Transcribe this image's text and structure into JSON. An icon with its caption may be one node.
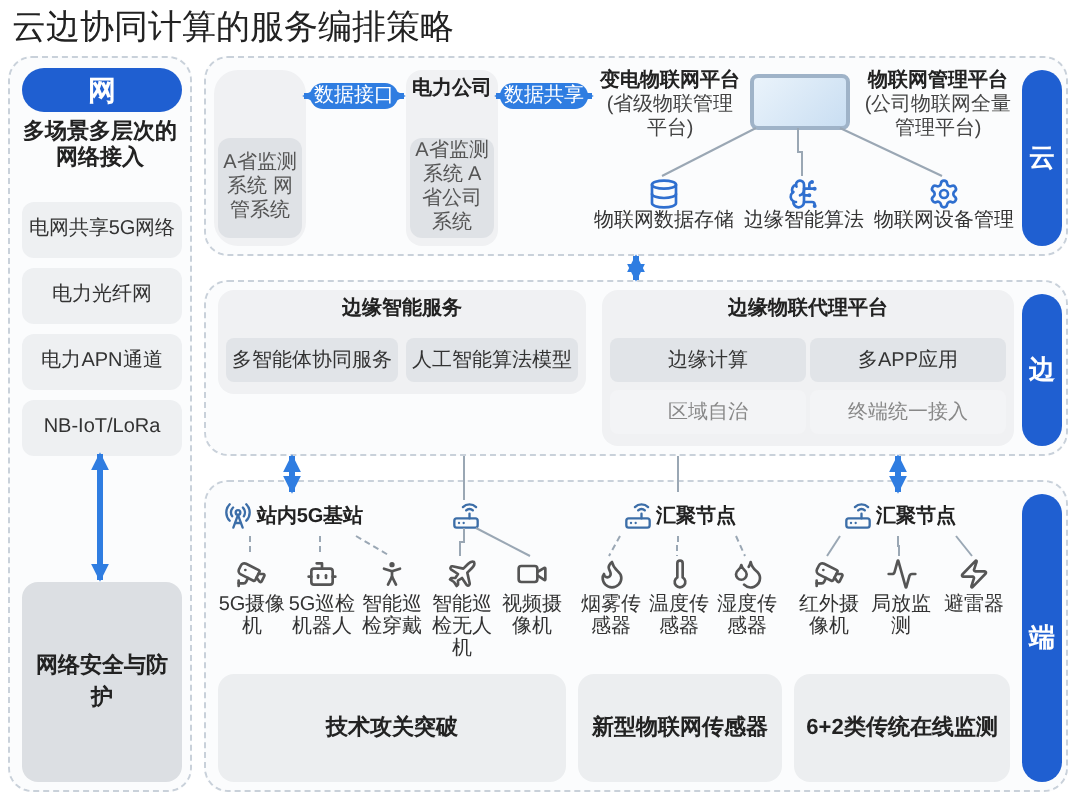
{
  "diagram": {
    "title": "云边协同计算的服务编排策略",
    "nodes": [
      {
        "text": [],
        "shape": "box"
      },
      {
        "text": [
          "网"
        ],
        "in": 0
      },
      {
        "text": [
          "电网共享5G网络"
        ],
        "in": 0
      },
      {
        "text": [
          "电力光纤网"
        ],
        "in": 0
      },
      {
        "text": [
          "电力APN通道"
        ],
        "in": 0
      },
      {
        "text": [
          "NB-IoT/LoRa"
        ],
        "in": 0
      },
      {
        "text": [
          "网络安全与防护"
        ],
        "in": 0
      },
      {
        "text": [],
        "shape": "box"
      },
      {
        "text": [
          "云"
        ],
        "in": 7
      },
      {
        "text": [],
        "shape": "box",
        "in": 7
      },
      {
        "text": [
          "A省监测系统 网管系统"
        ],
        "in": 9
      },
      {
        "text": [
          "电力公司"
        ],
        "in": 7
      },
      {
        "text": [
          "A省监测系统 A省公司系统"
        ],
        "in": 11
      },
      {
        "text": [
          "变电物联网平台",
          "(省级物联管理平台)"
        ],
        "in": 7
      },
      {
        "text": [],
        "shape": "picture",
        "in": 7
      },
      {
        "text": [
          "物联网管理平台",
          "(公司物联网全量管理平台)"
        ],
        "in": 7
      },
      {
        "text": [
          "物联网数据存储"
        ],
        "in": 7
      },
      {
        "text": [
          "边缘智能算法"
        ],
        "in": 7
      },
      {
        "text": [
          "物联网设备管理"
        ],
        "in": 7
      },
      {
        "text": [],
        "shape": "box"
      },
      {
        "text": [
          "边"
        ],
        "in": 19
      },
      {
        "text": [
          "边缘智能服务"
        ],
        "in": 19
      },
      {
        "text": [
          "多智能体协同服务"
        ],
        "in": 21
      },
      {
        "text": [
          "人工智能算法模型"
        ],
        "in": 21
      },
      {
        "text": [
          "边缘物联代理平台"
        ],
        "in": 19
      },
      {
        "text": [
          "边缘计算"
        ],
        "in": 24
      },
      {
        "text": [
          "多APP应用"
        ],
        "in": 24
      },
      {
        "text": [
          "区域自治"
        ],
        "in": 24
      },
      {
        "text": [
          "终端统一接入"
        ],
        "in": 24
      },
      {
        "text": [],
        "shape": "box"
      },
      {
        "text": [
          "端"
        ],
        "in": 29
      },
      {
        "text": [
          "站内5G基站"
        ],
        "in": 29
      },
      {
        "text": [],
        "shape": "picture",
        "in": 29
      },
      {
        "text": [
          "汇聚节点"
        ],
        "in": 29
      },
      {
        "text": [
          "汇聚节点"
        ],
        "in": 29
      },
      {
        "text": [
          "5G摄像机"
        ],
        "in": 29
      },
      {
        "text": [
          "5G巡检机器人"
        ],
        "in": 29
      },
      {
        "text": [
          "智能巡检穿戴"
        ],
        "in": 29
      },
      {
        "text": [
          "智能巡检无人机"
        ],
        "in": 29
      },
      {
        "text": [
          "视频摄像机"
        ],
        "in": 29
      },
      {
        "text": [
          "烟雾传感器"
        ],
        "in": 29
      },
      {
        "text": [
          "温度传感器"
        ],
        "in": 29
      },
      {
        "text": [
          "湿度传感器"
        ],
        "in": 29
      },
      {
        "text": [
          "红外摄像机"
        ],
        "in": 29
      },
      {
        "text": [
          "局放监测"
        ],
        "in": 29
      },
      {
        "text": [
          "避雷器"
        ],
        "in": 29
      },
      {
        "text": [
          "技术攻关突破"
        ],
        "in": 29
      },
      {
        "text": [
          "新型物联网传感器"
        ],
        "in": 29
      },
      {
        "text": [
          "6+2类传统在线监测"
        ],
        "in": 29
      }
    ],
    "edges": [
      {
        "from": 5,
        "to": 6,
        "arrow": "both",
        "style": "thick",
        "color": "#2f7de1"
      },
      {
        "from": 9,
        "to": 11,
        "arrow": "both",
        "style": "thick",
        "color": "#2f7de1",
        "label": "数据接口"
      },
      {
        "from": 11,
        "to": 13,
        "arrow": "both",
        "style": "thick",
        "color": "#2f7de1",
        "label": "数据共享"
      },
      {
        "from": 14,
        "to": 16,
        "arrow": "none"
      },
      {
        "from": 14,
        "to": 17,
        "arrow": "none"
      },
      {
        "from": 14,
        "to": 18,
        "arrow": "none"
      },
      {
        "from": 7,
        "to": 19,
        "arrow": "both",
        "style": "thick",
        "color": "#2f7de1"
      },
      {
        "from": 19,
        "to": 31,
        "arrow": "both",
        "style": "thick",
        "color": "#2f7de1"
      },
      {
        "from": 19,
        "to": 32,
        "arrow": "none"
      },
      {
        "from": 19,
        "to": 33,
        "arrow": "none"
      },
      {
        "from": 19,
        "to": 34,
        "arrow": "both",
        "style": "thick",
        "color": "#2f7de1"
      },
      {
        "from": 31,
        "to": 35,
        "arrow": "none",
        "style": "dashed"
      },
      {
        "from": 31,
        "to": 36,
        "arrow": "none",
        "style": "dashed"
      },
      {
        "from": 31,
        "to": 37,
        "arrow": "none",
        "style": "dashed"
      },
      {
        "from": 32,
        "to": 38,
        "arrow": "none"
      },
      {
        "from": 32,
        "to": 39,
        "arrow": "none"
      },
      {
        "from": 33,
        "to": 40,
        "arrow": "none",
        "style": "dashed"
      },
      {
        "from": 33,
        "to": 41,
        "arrow": "none",
        "style": "dashed"
      },
      {
        "from": 33,
        "to": 42,
        "arrow": "none",
        "style": "dashed"
      },
      {
        "from": 34,
        "to": 43,
        "arrow": "none"
      },
      {
        "from": 34,
        "to": 44,
        "arrow": "none"
      },
      {
        "from": 34,
        "to": 45,
        "arrow": "none"
      }
    ],
    "labels": [
      "多场景多层次的网络接入"
    ]
  }
}
